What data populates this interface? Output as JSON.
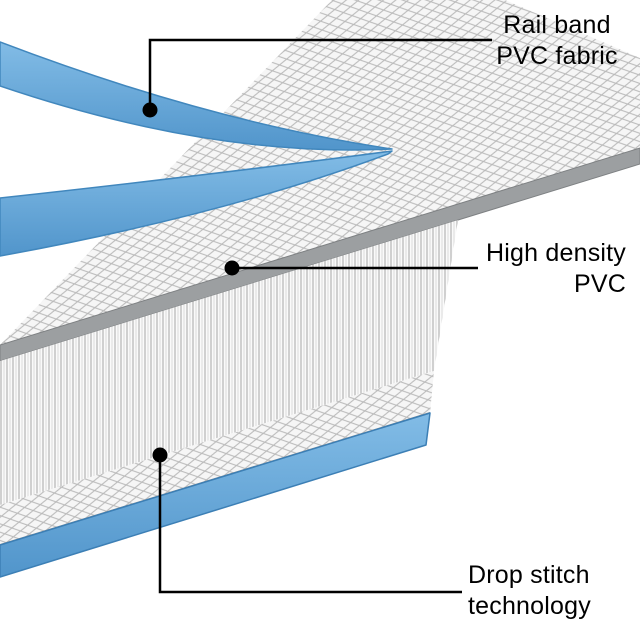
{
  "figure": {
    "callouts": [
      {
        "line1": "Rail band",
        "line2": "PVC fabric"
      },
      {
        "line1": "High density",
        "line2": "PVC"
      },
      {
        "line1": "Drop stitch",
        "line2": "technology"
      }
    ],
    "colors": {
      "rail_band_blue": "#63a8da",
      "rail_band_blue_dark": "#4187bd",
      "layer_edge_gray": "#9c9fa1",
      "weave_line_gray": "#b9b9b9",
      "thread_gray": "#b5b5b5",
      "callout_black": "#000000",
      "background": "#ffffff"
    }
  }
}
